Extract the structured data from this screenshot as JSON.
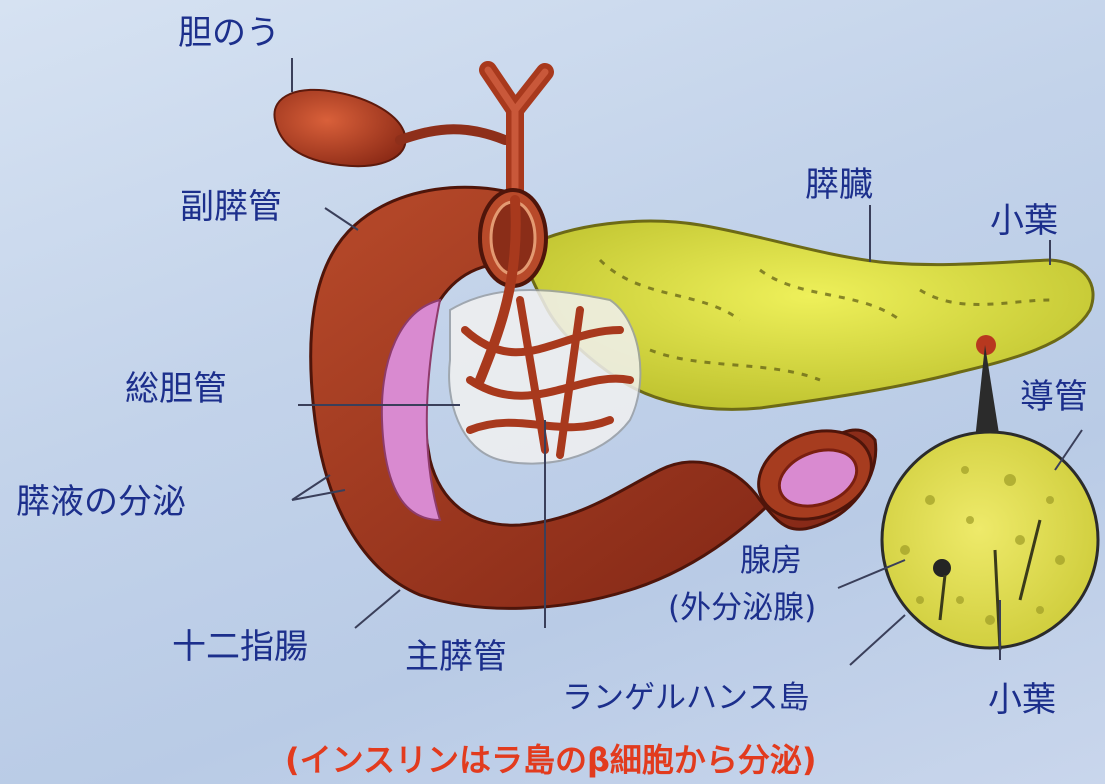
{
  "labels": {
    "gallbladder": "胆のう",
    "accessory_pancreatic_duct": "副膵管",
    "pancreas": "膵臓",
    "lobule_top": "小葉",
    "common_bile_duct": "総胆管",
    "duct": "導管",
    "pancreatic_secretion": "膵液の分泌",
    "acinus": "腺房",
    "exocrine_gland": "(外分泌腺)",
    "duodenum": "十二指腸",
    "main_pancreatic_duct": "主膵管",
    "islets_of_langerhans": "ランゲルハンス島",
    "lobule_bottom": "小葉"
  },
  "caption": "(インスリンはラ島のβ細胞から分泌)",
  "colors": {
    "label_text": "#1c2f8c",
    "caption_text": "#e23b1e",
    "duodenum": "#a5391f",
    "duodenum_inner": "#d98ad0",
    "pancreas": "#d7dc3a",
    "duct": "#8e2f1a"
  }
}
